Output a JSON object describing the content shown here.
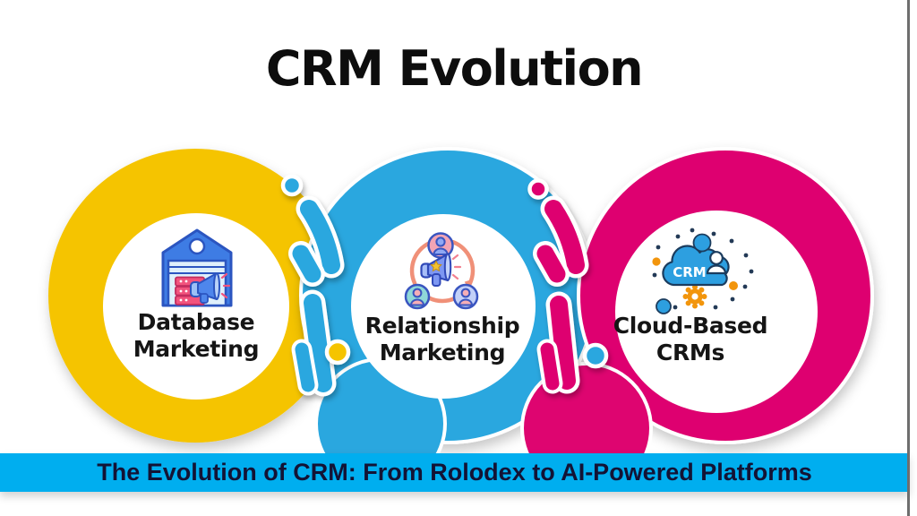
{
  "title": "CRM Evolution",
  "stages": [
    {
      "line1": "Database",
      "line2": "Marketing",
      "ring_color": "#F5C400",
      "icon": "warehouse-megaphone-icon"
    },
    {
      "line1": "Relationship",
      "line2": "Marketing",
      "ring_color": "#2AA7DF",
      "icon": "megaphone-people-network-icon"
    },
    {
      "line1": "Cloud-Based",
      "line2": "CRMs",
      "ring_color": "#DE0570",
      "icon": "cloud-crm-gear-icon"
    }
  ],
  "cloud_icon_label": "CRM",
  "banner": {
    "text": "The Evolution of CRM: From Rolodex to AI-Powered Platforms",
    "background_color": "#00AEEF",
    "text_color": "#131335"
  },
  "colors": {
    "ring_yellow": "#F5C400",
    "ring_blue": "#2AA7DF",
    "ring_magenta": "#DE0570",
    "banner_blue": "#00AEEF",
    "title_black": "#0d0d0d"
  }
}
